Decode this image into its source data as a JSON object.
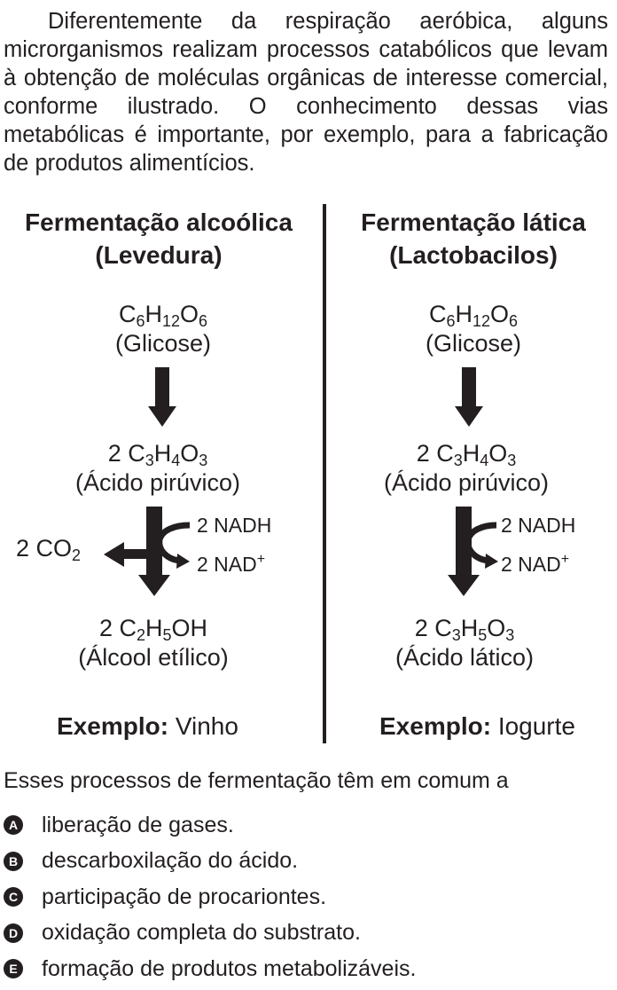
{
  "intro": "Diferentemente da respiração aeróbica, alguns microrganismos realizam processos catabólicos que levam à obtenção de moléculas orgânicas de interesse comercial, conforme ilustrado. O conhecimento dessas vias metabólicas é importante, por exemplo, para a fabricação de produtos alimentícios.",
  "left": {
    "title_line1": "Fermentação alcoólica",
    "title_line2": "(Levedura)",
    "glucose_name": "(Glicose)",
    "pyruvate_prefix": "2",
    "pyruvate_name": "(Ácido pirúvico)",
    "co2_prefix": "2",
    "nadh": "2 NADH",
    "nad": "2 NAD",
    "product_prefix": "2",
    "product_name": "(Álcool etílico)",
    "example_label": "Exemplo:",
    "example_value": "Vinho"
  },
  "right": {
    "title_line1": "Fermentação lática",
    "title_line2": "(Lactobacilos)",
    "glucose_name": "(Glicose)",
    "pyruvate_prefix": "2",
    "pyruvate_name": "(Ácido pirúvico)",
    "nadh": "2 NADH",
    "nad": "2 NAD",
    "product_prefix": "2",
    "product_name": "(Ácido lático)",
    "example_label": "Exemplo:",
    "example_value": "Iogurte"
  },
  "question": "Esses processos de fermentação têm em comum a",
  "options": [
    {
      "letter": "A",
      "text": "liberação de gases."
    },
    {
      "letter": "B",
      "text": "descarboxilação do ácido."
    },
    {
      "letter": "C",
      "text": "participação de procariontes."
    },
    {
      "letter": "D",
      "text": "oxidação completa do substrato."
    },
    {
      "letter": "E",
      "text": "formação de produtos metabolizáveis."
    }
  ]
}
